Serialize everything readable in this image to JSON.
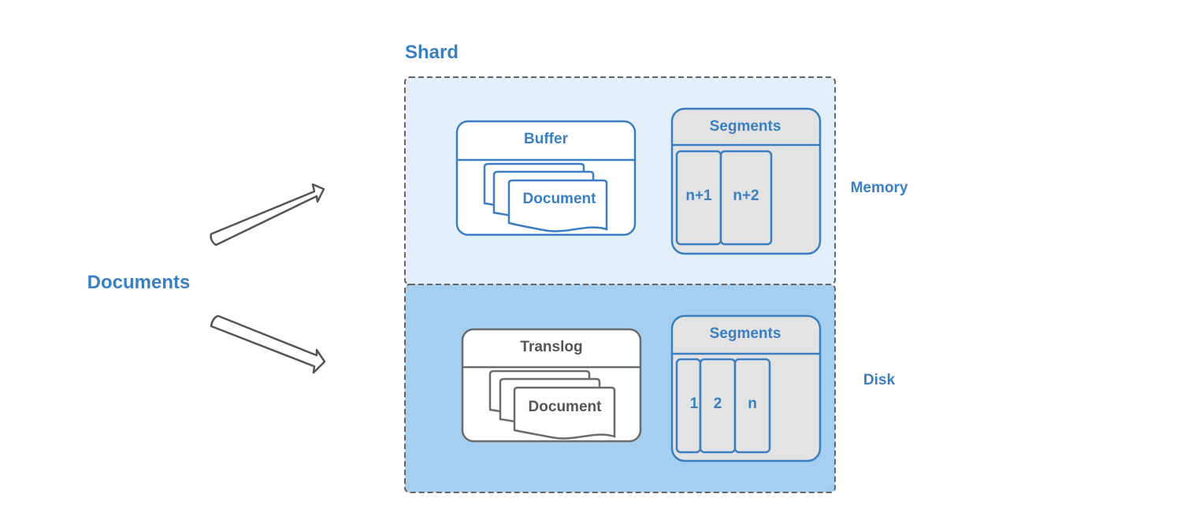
{
  "diagram": {
    "source_label": "Documents",
    "shard_title": "Shard",
    "memory_label": "Memory",
    "disk_label": "Disk",
    "buffer": {
      "title": "Buffer",
      "document": "Document"
    },
    "translog": {
      "title": "Translog",
      "document": "Document"
    },
    "memory_segments": {
      "title": "Segments",
      "items": [
        "n+1",
        "n+2"
      ]
    },
    "disk_segments": {
      "title": "Segments",
      "items": [
        "1",
        "2",
        "n"
      ]
    }
  },
  "colors": {
    "accent_text": "#3a7fc1",
    "memory_fill": "#e3effa",
    "disk_fill": "#a4cff0",
    "segment_fill": "#e3e3e3",
    "translog_stroke": "#6b6b6b"
  }
}
